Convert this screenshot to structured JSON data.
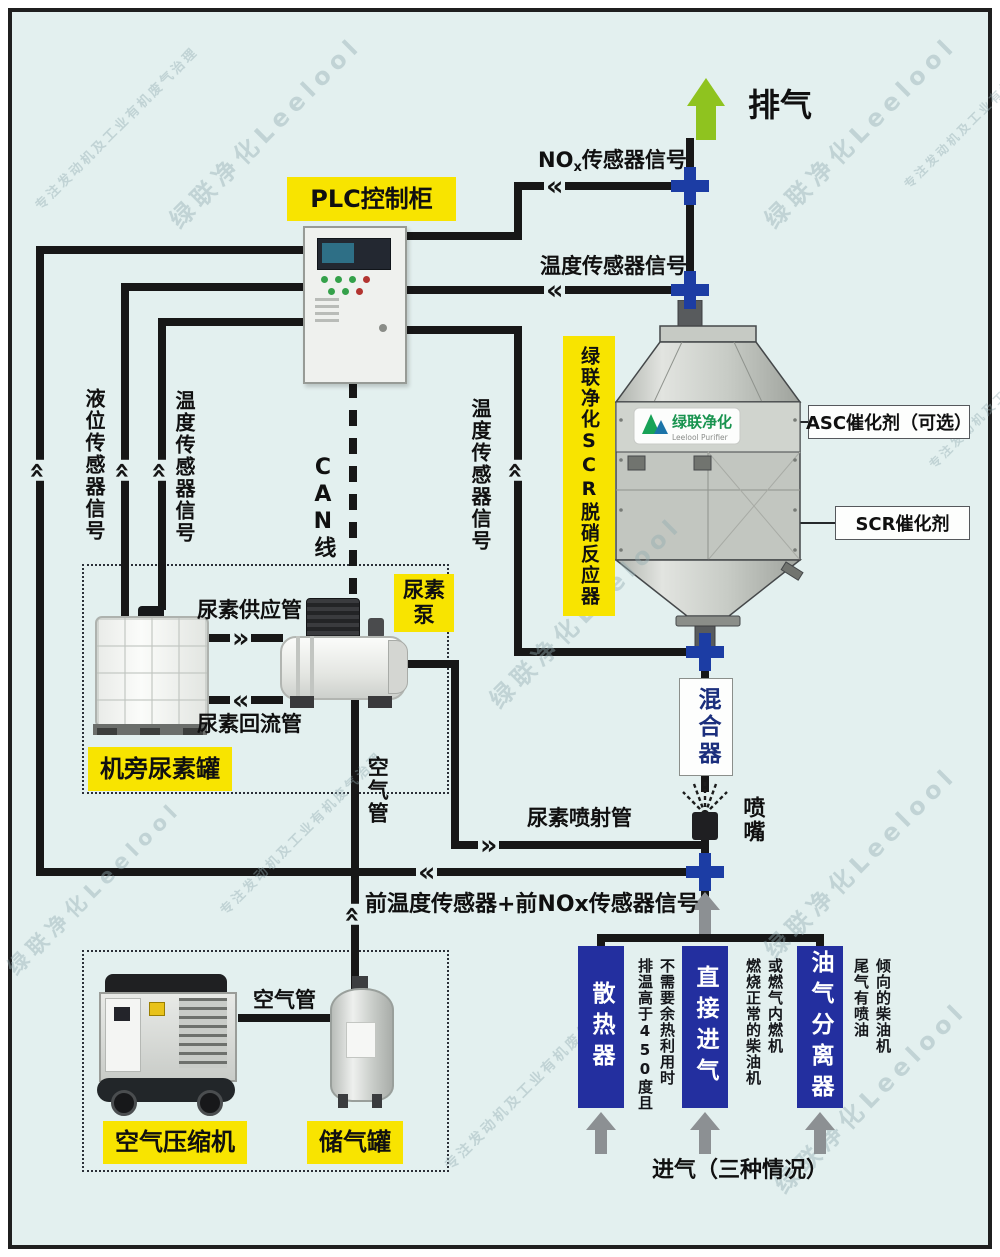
{
  "watermark": {
    "brand": "绿联净化Leelool",
    "slogan": "专注发动机及工业有机废气治理"
  },
  "icons": {
    "chevron_left": "«",
    "chevron_right": "»"
  },
  "top": {
    "exhaust_label": "排气",
    "nox_prefix": "NO",
    "nox_sub": "x",
    "nox_suffix": "传感器信号",
    "temp_signal": "温度传感器信号"
  },
  "plc": {
    "label": "PLC控制柜"
  },
  "signals": {
    "level": "液位传感器信号",
    "temp_left": "温度传感器信号",
    "temp_mid": "温度传感器信号",
    "can": "CAN线",
    "pre_line": "前温度传感器+前NOx传感器信号"
  },
  "reactor": {
    "label": "绿联净化SCR脱硝反应器",
    "asc": "ASC催化剂（可选）",
    "scr": "SCR催化剂",
    "logo_cn": "绿联净化",
    "logo_en": "Leelool Purifier"
  },
  "mixer_label": "混合器",
  "nozzle_label": "喷嘴",
  "urea": {
    "tank": "机旁尿素罐",
    "pump": "尿素泵",
    "supply": "尿素供应管",
    "return": "尿素回流管",
    "injection": "尿素喷射管"
  },
  "air": {
    "pipe_v": "空气管",
    "pipe_h": "空气管",
    "compressor": "空气压缩机",
    "tank": "储气罐"
  },
  "intake": {
    "banners": [
      {
        "label": "散热器",
        "notes": [
          "排温高于450度且",
          "不需要余热利用时"
        ]
      },
      {
        "label": "直接进气",
        "notes": [
          "燃烧正常的柴油机",
          "或燃气内燃机"
        ]
      },
      {
        "label": "油气分离器",
        "notes": [
          "尾气有喷油",
          "倾向的柴油机"
        ]
      }
    ],
    "caption": "进气（三种情况）"
  },
  "colors": {
    "background": "#e3f0ef",
    "highlight": "#f8e400",
    "banner_blue": "#232f9f",
    "arrow_green": "#8fc31f",
    "flange_blue": "#1c3da4",
    "line": "#171717",
    "arrow_gray": "#8c9093"
  }
}
